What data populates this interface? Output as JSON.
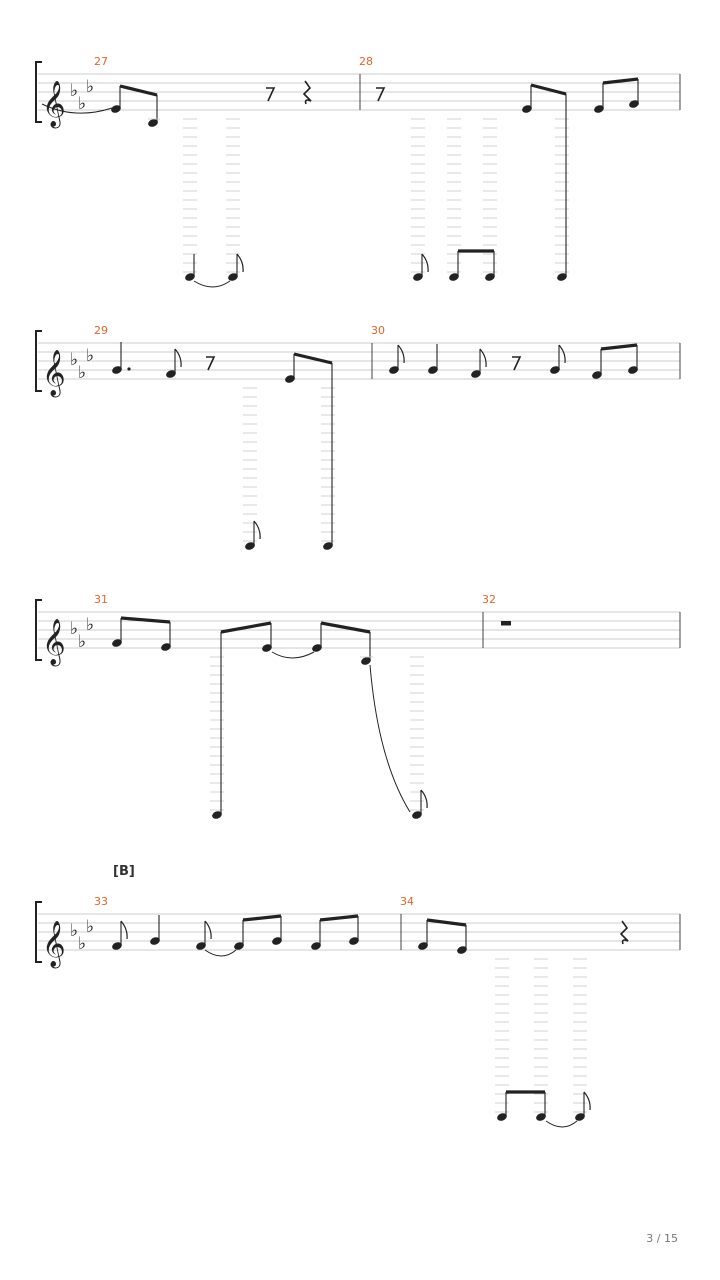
{
  "page": {
    "number_label": "3 / 15"
  },
  "colors": {
    "measure_number": "#e8632b",
    "notes": "#222222",
    "staff_lines": "#bdbdbd"
  },
  "clef": "treble-clef",
  "key_signature": {
    "flats": 3,
    "glyph": "♭"
  },
  "systems": [
    {
      "measures": [
        {
          "number": "27"
        },
        {
          "number": "28"
        }
      ]
    },
    {
      "measures": [
        {
          "number": "29"
        },
        {
          "number": "30"
        }
      ]
    },
    {
      "measures": [
        {
          "number": "31"
        },
        {
          "number": "32"
        }
      ]
    },
    {
      "rehearsal_mark": "[B]",
      "measures": [
        {
          "number": "33"
        },
        {
          "number": "34"
        }
      ]
    }
  ]
}
